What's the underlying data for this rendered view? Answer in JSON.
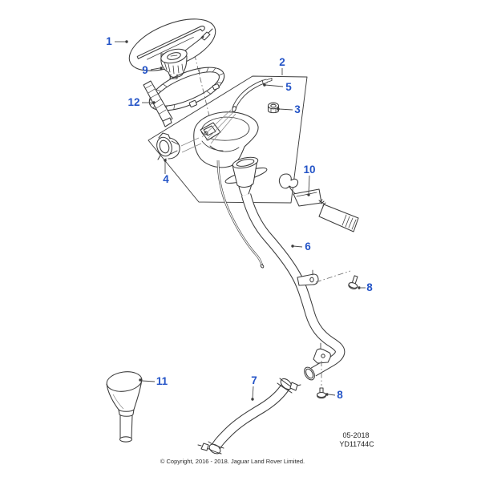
{
  "diagram": {
    "callouts": [
      {
        "id": "callout-1",
        "label": "1"
      },
      {
        "id": "callout-2",
        "label": "2"
      },
      {
        "id": "callout-3",
        "label": "3"
      },
      {
        "id": "callout-4",
        "label": "4"
      },
      {
        "id": "callout-5",
        "label": "5"
      },
      {
        "id": "callout-6",
        "label": "6"
      },
      {
        "id": "callout-7",
        "label": "7"
      },
      {
        "id": "callout-8-upper",
        "label": "8"
      },
      {
        "id": "callout-8-lower",
        "label": "8"
      },
      {
        "id": "callout-9",
        "label": "9"
      },
      {
        "id": "callout-10",
        "label": "10"
      },
      {
        "id": "callout-11",
        "label": "11"
      },
      {
        "id": "callout-12",
        "label": "12"
      }
    ],
    "plate": {
      "date": "05-2018",
      "code": "YD11744C"
    },
    "footer": {
      "copyright": "© Copyright, 2016 - 2018. Jaguar Land Rover Limited."
    },
    "colors": {
      "callout_blue": "#2454c7",
      "line_dark": "#3c3c3c",
      "background": "#ffffff"
    }
  }
}
